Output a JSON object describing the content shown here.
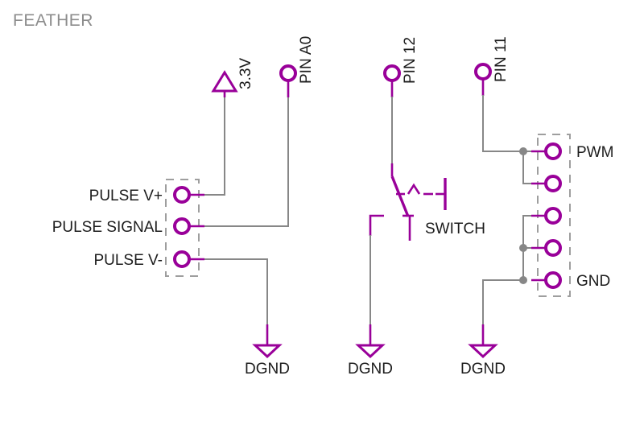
{
  "title": "FEATHER",
  "colors": {
    "symbol": "#990099",
    "wire": "#878787",
    "label": "#1c1c1c",
    "title": "#8c8c8c",
    "outline": "#9e9e9e",
    "background": "#ffffff"
  },
  "pins": {
    "a0": "PIN A0",
    "pin12": "PIN 12",
    "pin11": "PIN 11"
  },
  "power": {
    "v33": "3.3V"
  },
  "grounds": {
    "left": "DGND",
    "middle": "DGND",
    "right": "DGND"
  },
  "left_connector": {
    "labels": [
      "PULSE V+",
      "PULSE SIGNAL",
      "PULSE V-"
    ]
  },
  "right_connector": {
    "top_label": "PWM",
    "bottom_label": "GND"
  },
  "switch": {
    "label": "SWITCH"
  }
}
